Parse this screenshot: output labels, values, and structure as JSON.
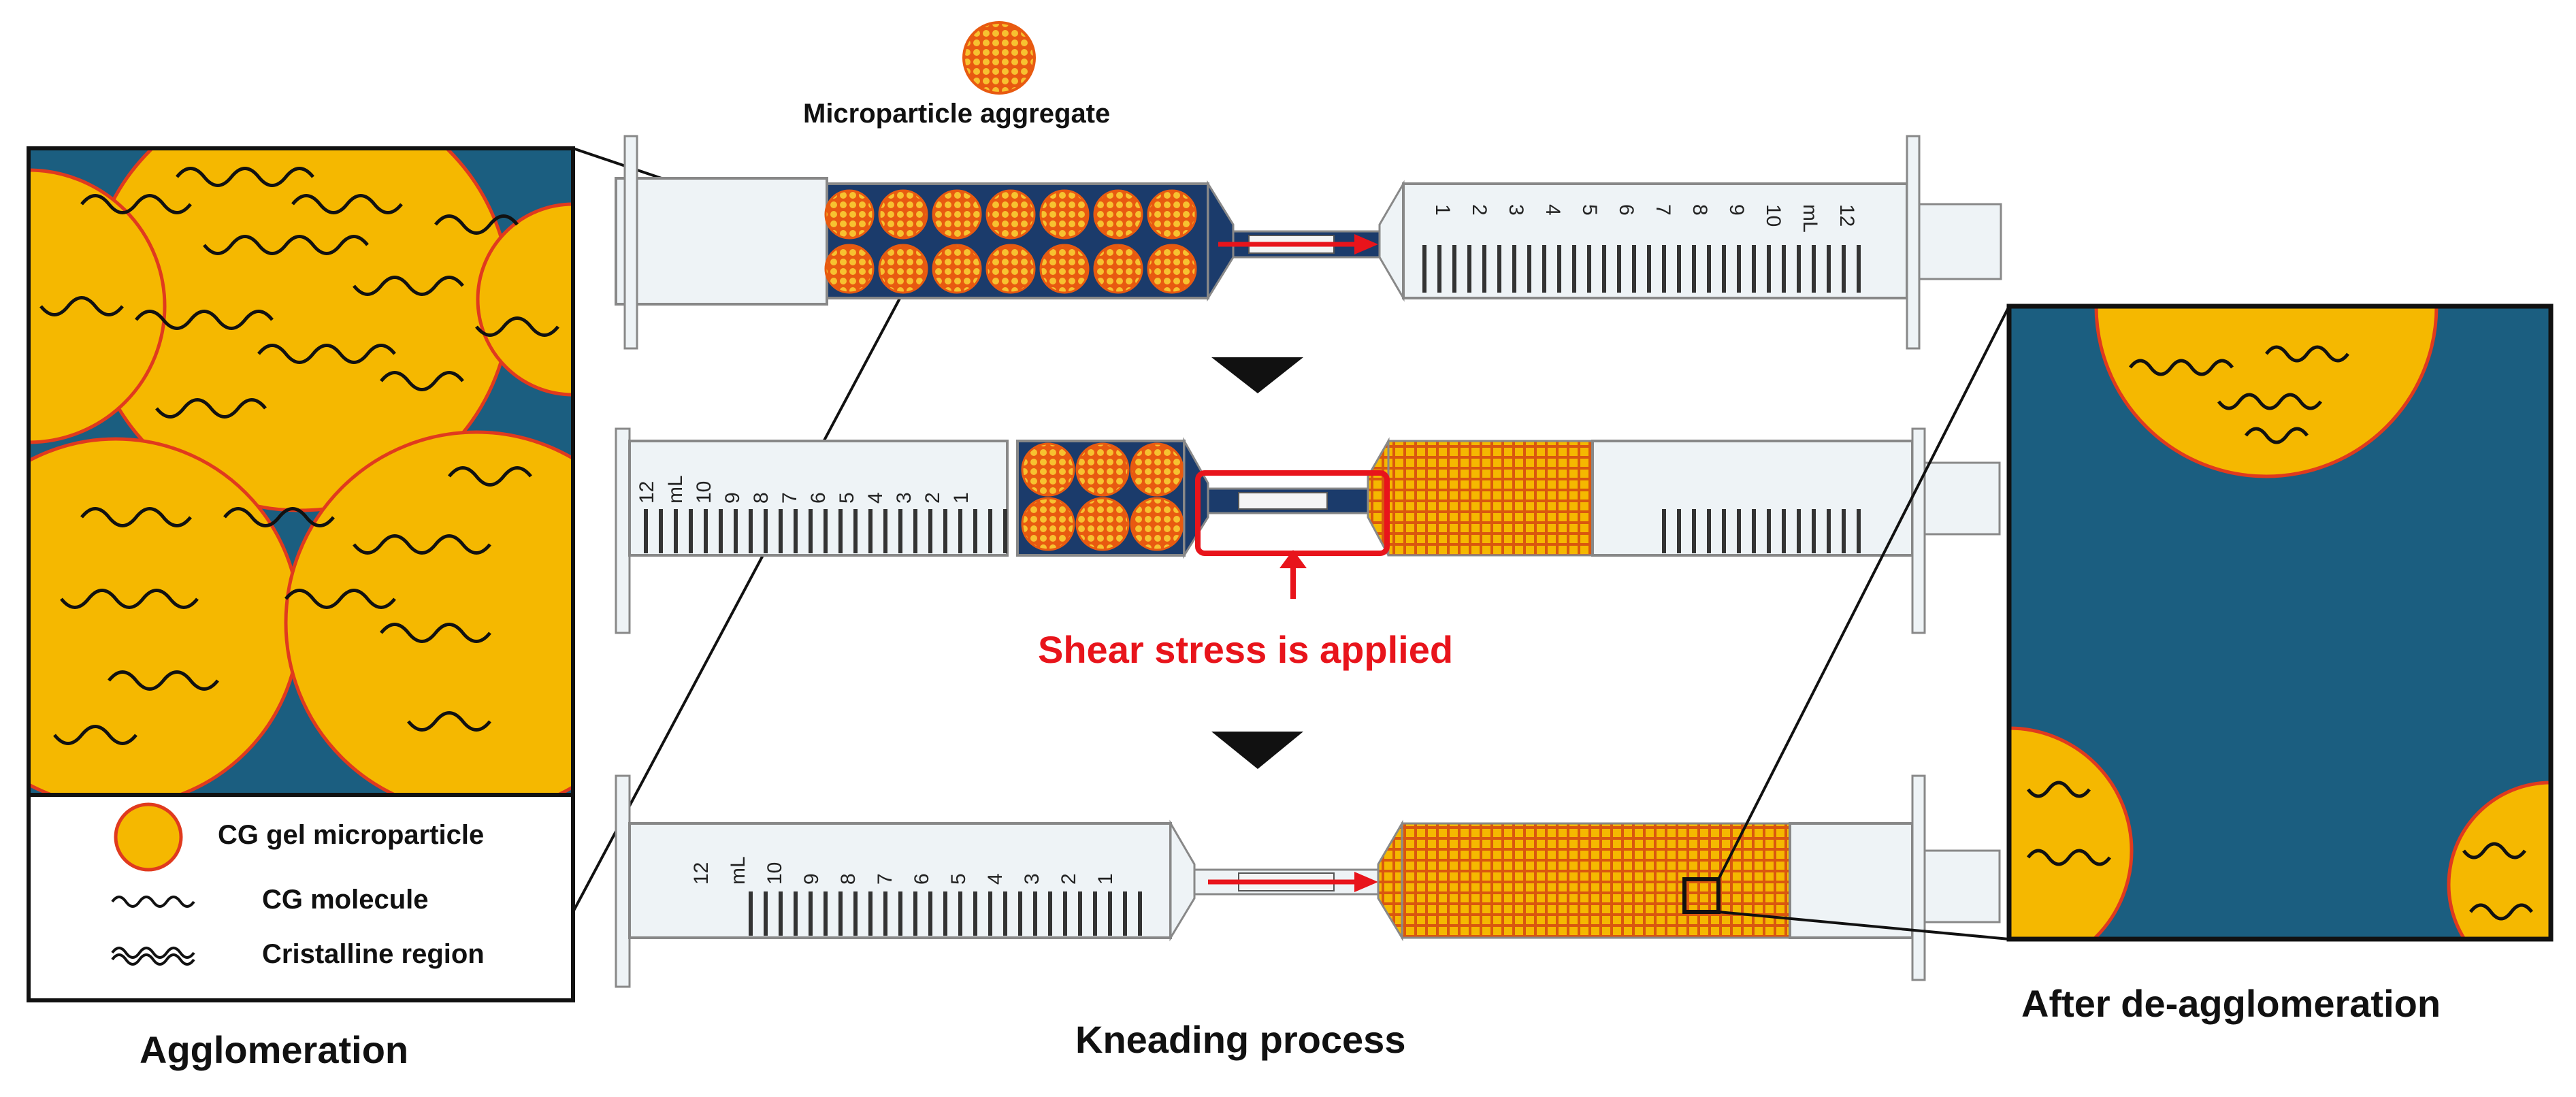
{
  "labels": {
    "microparticle_aggregate": "Microparticle aggregate",
    "shear_stress": "Shear stress is applied",
    "agglomeration": "Agglomeration",
    "kneading_process": "Kneading process",
    "after_deagglomeration": "After de-agglomeration"
  },
  "legend": {
    "gel_microparticle": "CG gel microparticle",
    "cg_molecule": "CG molecule",
    "crystalline_region": "Cristalline region"
  },
  "syringe_scale": {
    "right_numbers": [
      "1",
      "2",
      "3",
      "4",
      "5",
      "6",
      "7",
      "8",
      "9",
      "10",
      "mL",
      "12"
    ],
    "left_numbers": [
      "12",
      "mL",
      "10",
      "9",
      "8",
      "7",
      "6",
      "5",
      "4",
      "3",
      "2",
      "1"
    ]
  },
  "colors": {
    "particle_fill": "#f5b800",
    "particle_edge": "#e03a1e",
    "medium": "#1b5e80",
    "shear_red": "#e8141b",
    "frame": "#111111"
  }
}
